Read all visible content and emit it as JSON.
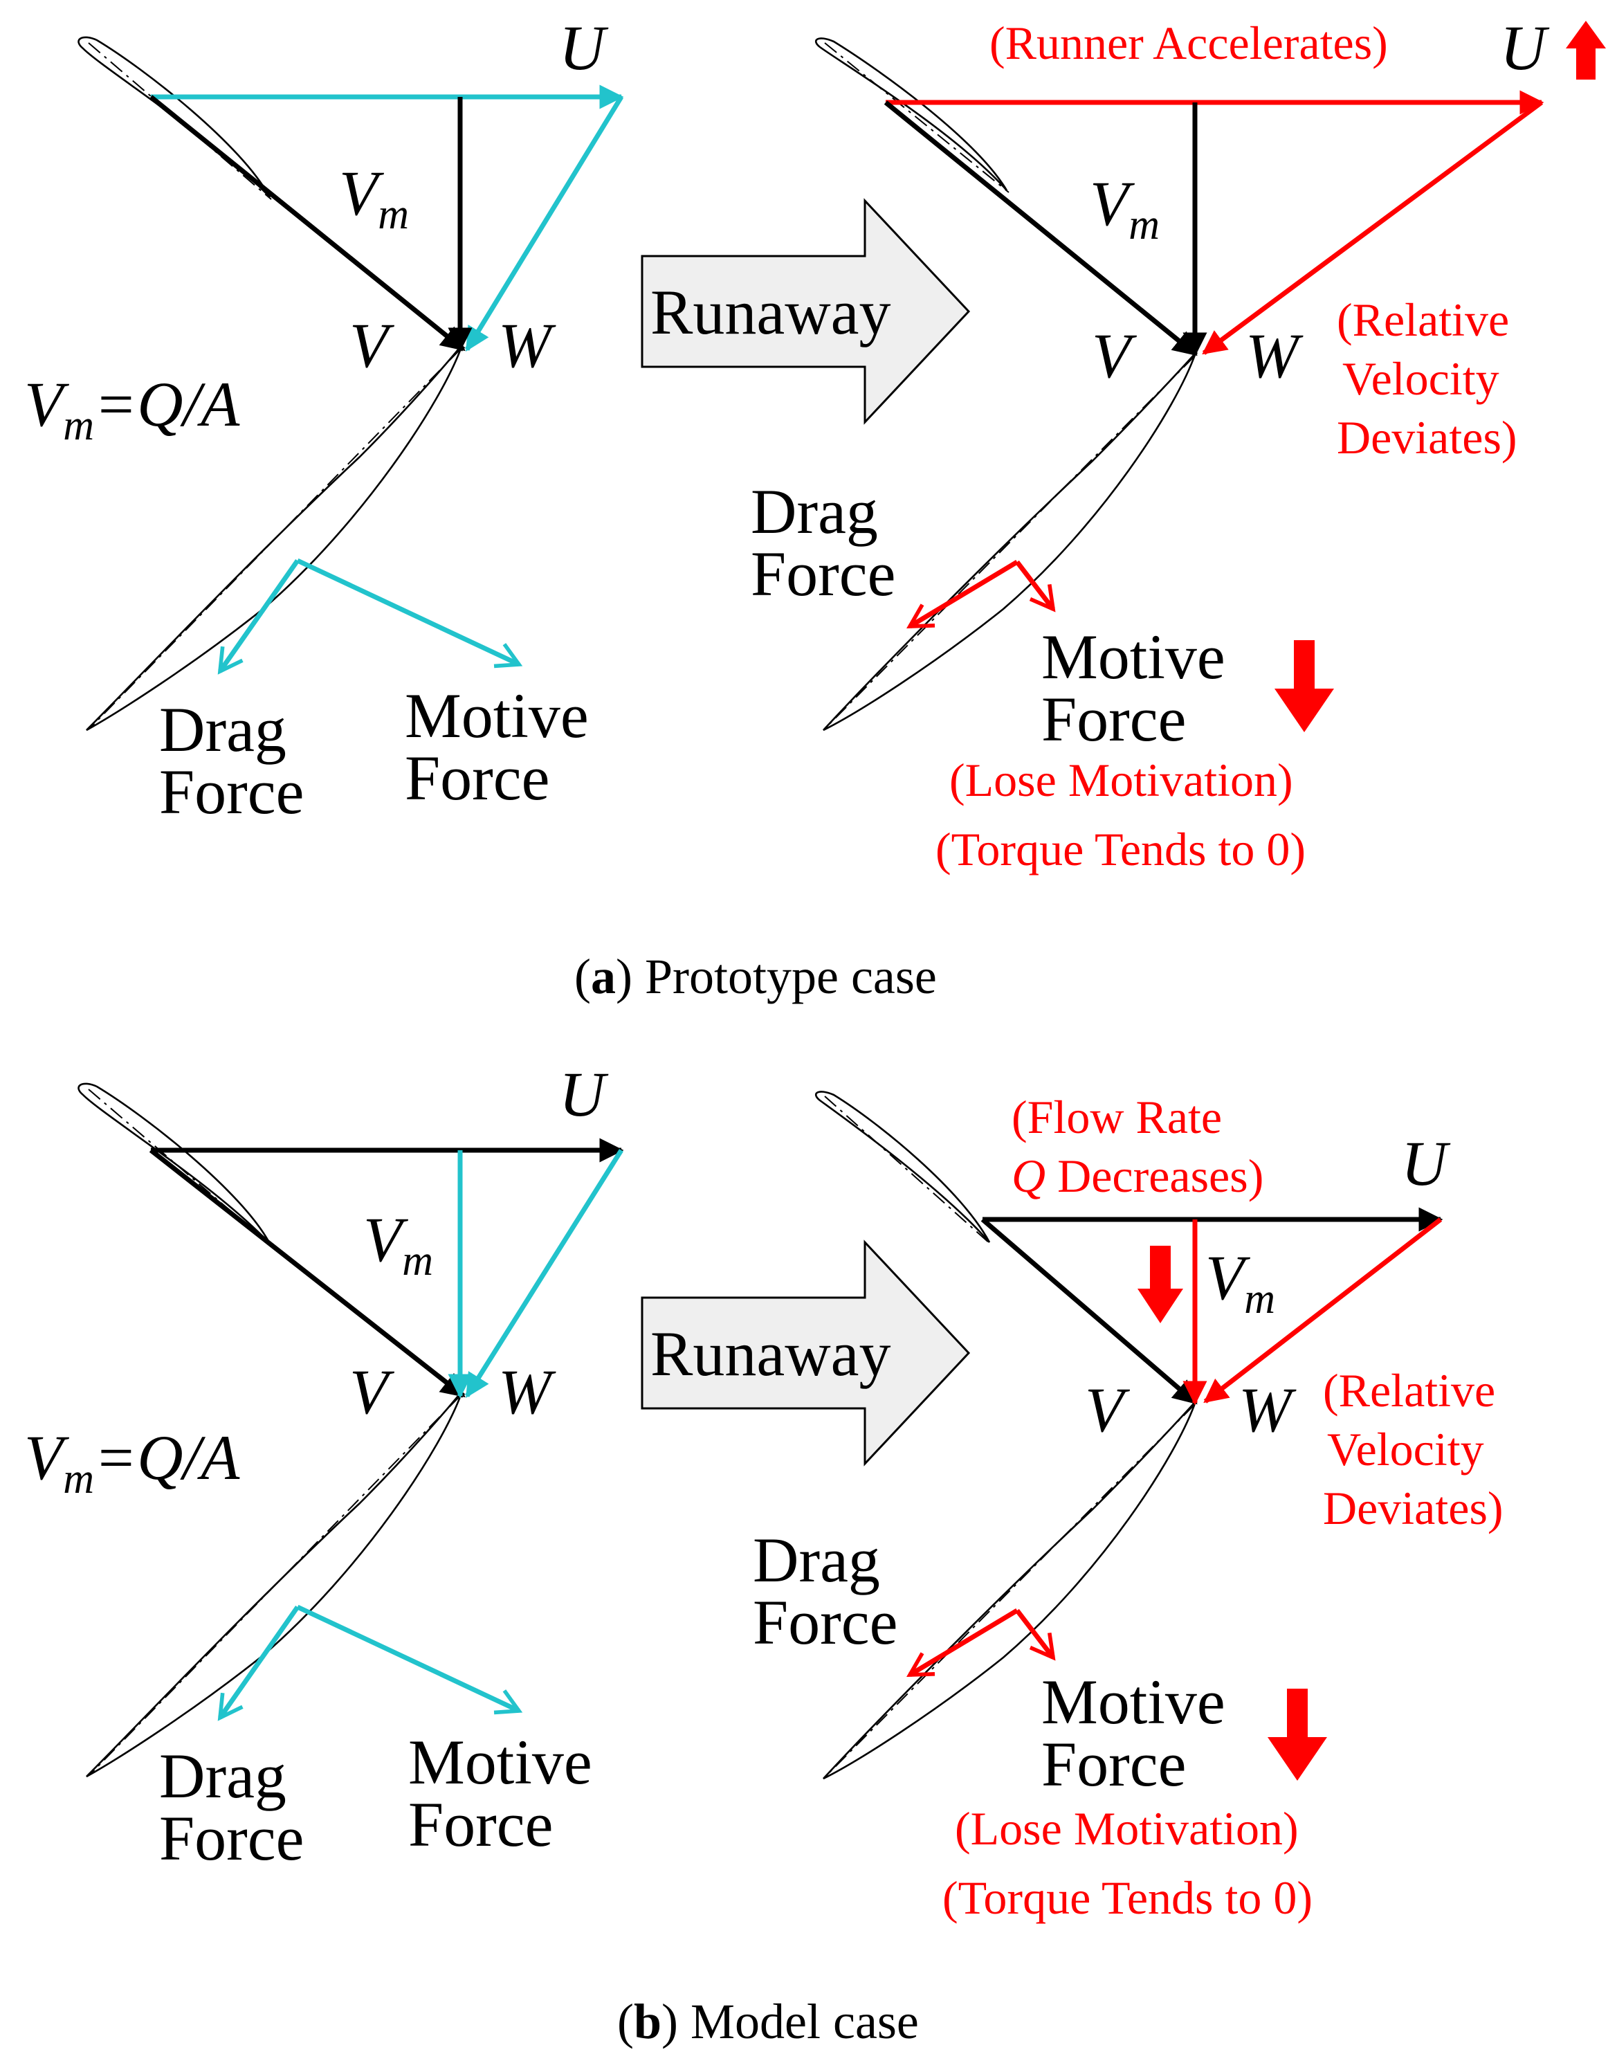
{
  "panel_a": {
    "left": {
      "U": "U",
      "Vm": "V",
      "Vm_sub": "m",
      "V": "V",
      "W": "W",
      "eq_V": "V",
      "eq_sub": "m",
      "eq_rest": "=Q/A",
      "drag_1": "Drag",
      "drag_2": "Force",
      "motive_1": "Motive",
      "motive_2": "Force"
    },
    "runaway": "Runaway",
    "right": {
      "runner_note": "(Runner Accelerates)",
      "U": "U",
      "Vm": "V",
      "Vm_sub": "m",
      "V": "V",
      "W": "W",
      "rel_1": "(Relative",
      "rel_2": "Velocity",
      "rel_3": "Deviates)",
      "drag_1": "Drag",
      "drag_2": "Force",
      "motive_1": "Motive",
      "motive_2": "Force",
      "lose": "(Lose Motivation)",
      "torque": "(Torque Tends to 0)"
    },
    "caption_letter": "a",
    "caption_text": ") Prototype case"
  },
  "panel_b": {
    "left": {
      "U": "U",
      "Vm": "V",
      "Vm_sub": "m",
      "V": "V",
      "W": "W",
      "eq_V": "V",
      "eq_sub": "m",
      "eq_rest": "=Q/A",
      "drag_1": "Drag",
      "drag_2": "Force",
      "motive_1": "Motive",
      "motive_2": "Force"
    },
    "runaway": "Runaway",
    "right": {
      "flow_1": "(Flow Rate",
      "flow_Q": "Q",
      "flow_2": " Decreases)",
      "U": "U",
      "Vm": "V",
      "Vm_sub": "m",
      "V": "V",
      "W": "W",
      "rel_1": "(Relative",
      "rel_2": "Velocity",
      "rel_3": "Deviates)",
      "drag_1": "Drag",
      "drag_2": "Force",
      "motive_1": "Motive",
      "motive_2": "Force",
      "lose": "(Lose Motivation)",
      "torque": "(Torque Tends to 0)"
    },
    "caption_letter": "b",
    "caption_text": ") Model case"
  },
  "colors": {
    "black": "#000000",
    "cyan": "#22c3cc",
    "red": "#ff0000",
    "arrow_fill": "#efefef"
  }
}
